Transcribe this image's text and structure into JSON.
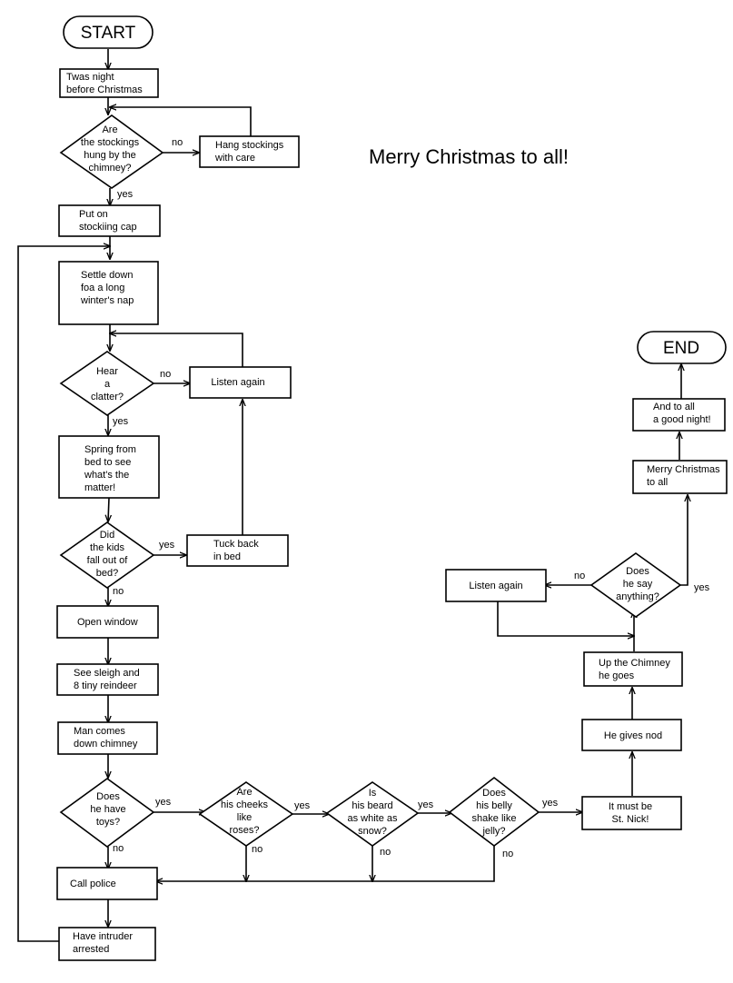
{
  "title": "Merry Christmas to all!",
  "nodes": {
    "start": [
      "START"
    ],
    "n_twas": [
      "Twas night",
      "before Christmas"
    ],
    "d_stock": [
      "Are",
      "the stockings",
      "hung by the",
      "chimney?"
    ],
    "n_hang": [
      "Hang stockings",
      "with care"
    ],
    "n_cap": [
      "Put on",
      "stockiing cap"
    ],
    "n_settle": [
      "Settle down",
      "foa a long",
      "winter's nap"
    ],
    "d_clatter": [
      "Hear",
      "a",
      "clatter?"
    ],
    "n_listen1": [
      "Listen again"
    ],
    "n_spring": [
      "Spring from",
      "bed to see",
      "what's the",
      "matter!"
    ],
    "d_kids": [
      "Did",
      "the kids",
      "fall out of",
      "bed?"
    ],
    "n_tuck": [
      "Tuck back",
      "in bed"
    ],
    "n_window": [
      "Open window"
    ],
    "n_sleigh": [
      "See sleigh and",
      "8 tiny reindeer"
    ],
    "n_man": [
      "Man comes",
      "down chimney"
    ],
    "d_toys": [
      "Does",
      "he have",
      "toys?"
    ],
    "d_cheeks": [
      "Are",
      "his cheeks",
      "like",
      "roses?"
    ],
    "d_beard": [
      "Is",
      "his beard",
      "as white as",
      "snow?"
    ],
    "d_belly": [
      "Does",
      "his belly",
      "shake like",
      "jelly?"
    ],
    "n_nick": [
      "It must be",
      "St. Nick!"
    ],
    "n_police": [
      "Call police"
    ],
    "n_arrest": [
      "Have intruder",
      "arrested"
    ],
    "n_nod": [
      "He gives nod"
    ],
    "n_up": [
      "Up the Chimney",
      "he goes"
    ],
    "d_say": [
      "Does",
      "he say",
      "anything?"
    ],
    "n_listen2": [
      "Listen again"
    ],
    "n_merry": [
      "Merry Christmas",
      "to all"
    ],
    "n_goodnight": [
      "And to all",
      "a good night!"
    ],
    "end": [
      "END"
    ]
  },
  "edge_labels": {
    "stock_no": "no",
    "stock_yes": "yes",
    "clatter_no": "no",
    "clatter_yes": "yes",
    "kids_yes": "yes",
    "kids_no": "no",
    "toys_yes": "yes",
    "toys_no": "no",
    "cheeks_yes": "yes",
    "cheeks_no": "no",
    "beard_yes": "yes",
    "beard_no": "no",
    "belly_yes": "yes",
    "belly_no": "no",
    "say_no": "no",
    "say_yes": "yes"
  }
}
